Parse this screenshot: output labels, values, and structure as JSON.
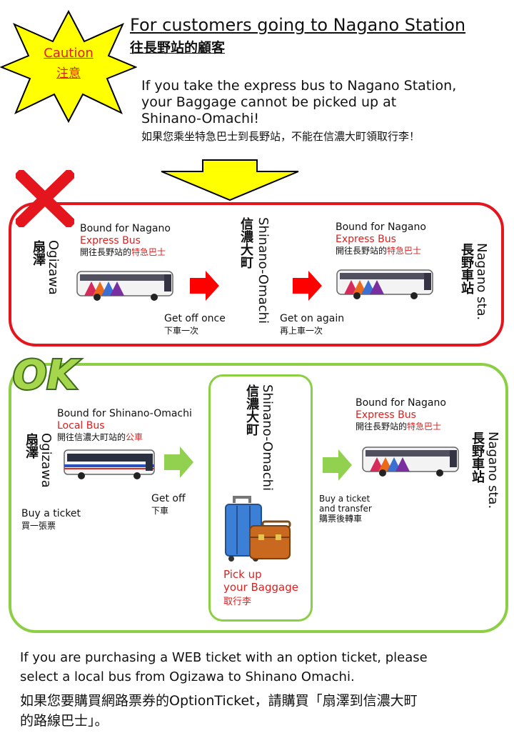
{
  "caution": {
    "en": "Caution",
    "zh": "注意"
  },
  "header": {
    "title_en": "For customers going to Nagano Station",
    "title_zh": "往長野站的顧客",
    "desc_en_1": "If you take the express bus to Nagano Station,",
    "desc_en_2": "your Baggage cannot be picked up at",
    "desc_en_3": "Shinano-Omachi!",
    "desc_zh": "如果您乘坐特急巴士到長野站，不能在信濃大町領取行李！"
  },
  "bad_route": {
    "origin_en": "Ogizawa",
    "origin_zh": "扇澤",
    "mid_en": "Shinano-Omachi",
    "mid_zh": "信濃大町",
    "dest_en": "Nagano sta.",
    "dest_zh": "長野車站",
    "leg1": {
      "bound": "Bound for Nagano",
      "type": "Express Bus",
      "zh_prefix": "開往長野站的",
      "zh_type": "特急巴士"
    },
    "leg2": {
      "bound": "Bound for Nagano",
      "type": "Express Bus",
      "zh_prefix": "開往長野站的",
      "zh_type": "特急巴士"
    },
    "getoff_en": "Get off once",
    "getoff_zh": "下車一次",
    "geton_en": "Get on again",
    "geton_zh": "再上車一次"
  },
  "ok_badge": "OK",
  "good_route": {
    "origin_en": "Ogizawa",
    "origin_zh": "扇澤",
    "mid_en": "Shinano-Omachi",
    "mid_zh": "信濃大町",
    "dest_en": "Nagano sta.",
    "dest_zh": "長野車站",
    "leg1": {
      "bound": "Bound for Shinano-Omachi",
      "type": "Local Bus",
      "zh_prefix": "開往信濃大町站的",
      "zh_type": "公車"
    },
    "leg2": {
      "bound": "Bound for Nagano",
      "type": "Express Bus",
      "zh_prefix": "開往長野站的",
      "zh_type": "特急巴士"
    },
    "buy_en": "Buy a ticket",
    "buy_zh": "買一張票",
    "getoff_en": "Get off",
    "getoff_zh": "下車",
    "buy_transfer_en_1": "Buy a ticket",
    "buy_transfer_en_2": "and transfer",
    "buy_transfer_zh": "購票後轉車",
    "pickup_en_1": "Pick up",
    "pickup_en_2": "your Baggage",
    "pickup_zh": "取行李"
  },
  "footer": {
    "en_1": "If you are purchasing a WEB ticket with an option ticket, please",
    "en_2": "select a local bus from Ogizawa to Shinano Omachi.",
    "zh_1": "如果您要購買網路票券的OptionTicket，請購買「扇澤到信濃大町",
    "zh_2": "的路線巴士」。"
  },
  "colors": {
    "red": "#e01e1e",
    "frame_red": "#e4151c",
    "frame_green": "#8ccf45",
    "arrow_red": "#ff0000",
    "arrow_green": "#92d050",
    "star_yellow": "#ffff00",
    "down_arrow": "#ffff00"
  },
  "icons": [
    "caution-star-icon",
    "cross-icon",
    "ok-badge-icon",
    "down-arrow-icon",
    "right-arrow-icon",
    "express-bus-icon",
    "local-bus-icon",
    "suitcase-icon"
  ]
}
